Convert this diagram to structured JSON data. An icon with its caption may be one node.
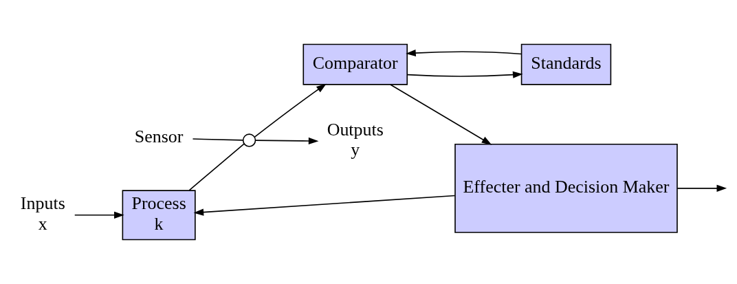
{
  "diagram": {
    "nodes": [
      {
        "text": [
          "Inputs",
          "x"
        ]
      },
      {
        "text": [
          "Process",
          "k"
        ]
      },
      {
        "text": [],
        "shape": "circle"
      },
      {
        "text": [
          "Outputs",
          "y"
        ]
      },
      {
        "text": [
          "Sensor"
        ]
      },
      {
        "text": [
          "Effecter and Decision Maker"
        ]
      },
      {
        "text": [
          "Comparator"
        ]
      },
      {
        "text": [
          "Standards"
        ]
      }
    ],
    "edges": [
      {
        "from": 0,
        "to": 1,
        "arrow": "to"
      },
      {
        "from": 1,
        "to": 2,
        "arrow": "none"
      },
      {
        "from": 2,
        "to": 3,
        "arrow": "to"
      },
      {
        "from": 4,
        "to": 2,
        "arrow": "none"
      },
      {
        "from": 2,
        "to": 6,
        "arrow": "to"
      },
      {
        "from": 6,
        "to": 5,
        "arrow": "to"
      },
      {
        "from": 5,
        "to": 1,
        "arrow": "to"
      },
      {
        "from": 5,
        "to": null,
        "arrow": "to"
      },
      {
        "from": 6,
        "to": 7,
        "arrow": "to"
      },
      {
        "from": 7,
        "to": 6,
        "arrow": "to"
      }
    ]
  }
}
